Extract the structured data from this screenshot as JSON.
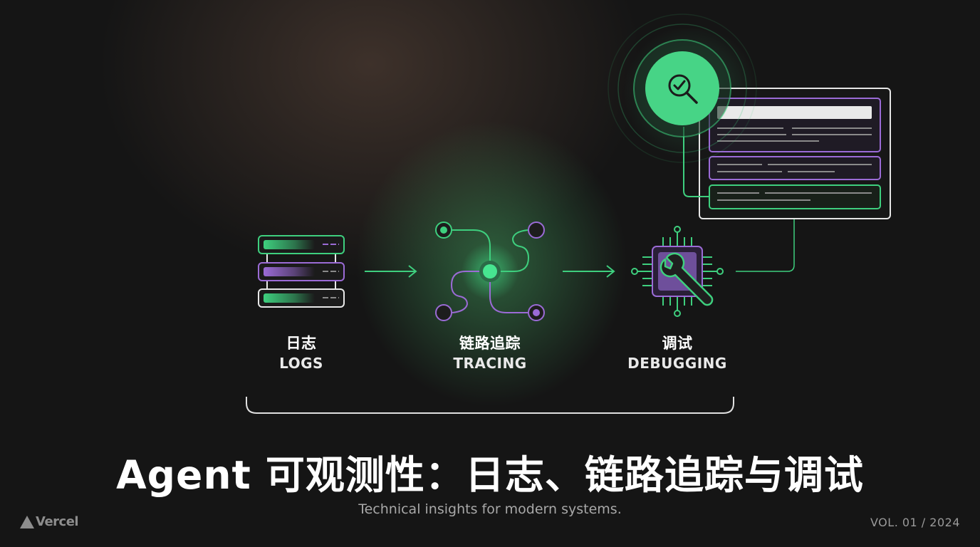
{
  "stages": [
    {
      "zh": "日志",
      "en": "LOGS"
    },
    {
      "zh": "链路追踪",
      "en": "TRACING"
    },
    {
      "zh": "调试",
      "en": "DEBUGGING"
    }
  ],
  "title": "Agent 可观测性：日志、链路追踪与调试",
  "subtitle": "Technical insights for modern systems.",
  "brand": "Vercel",
  "volume": "VOL. 01 / 2024",
  "icons": [
    "log-stack-icon",
    "trace-graph-icon",
    "debug-chip-wrench-icon",
    "search-check-icon",
    "dashboard-panel-icon"
  ],
  "colors": {
    "green": "#3ecf7e",
    "purple": "#9b6bd6",
    "background": "#151515"
  }
}
